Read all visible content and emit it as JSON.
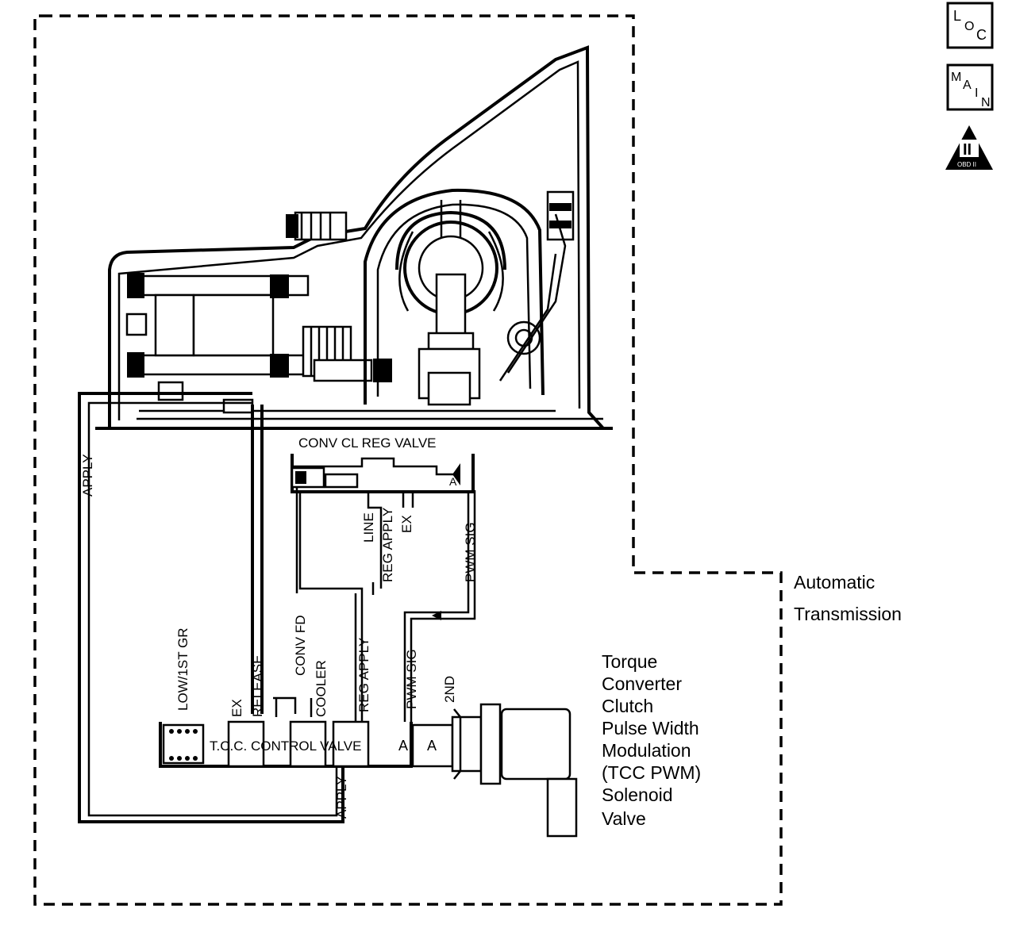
{
  "title_box": {
    "label_line1": "Automatic",
    "label_line2": "Transmission"
  },
  "icons": {
    "loc": {
      "letters": [
        "L",
        "O",
        "C"
      ]
    },
    "main": {
      "letters": [
        "M",
        "A",
        "I",
        "N"
      ]
    },
    "obd": {
      "numeral": "II",
      "caption": "OBD II"
    }
  },
  "valves": {
    "conv_cl_reg_valve": "CONV CL REG VALVE",
    "tcc_control_valve": "T.C.C. CONTROL VALVE"
  },
  "passages": {
    "apply_left": "APPLY",
    "line": "LINE",
    "reg_apply_top": "REG APPLY",
    "ex_top": "EX",
    "pwm_sig_top": "PWM SIG",
    "low_1st_gr": "LOW/1ST GR",
    "ex_bottom": "EX",
    "release": "RELEASE",
    "conv_fd": "CONV FD",
    "cooler": "COOLER",
    "reg_apply_bottom": "REG APPLY",
    "pwm_sig_bottom": "PWM SIG",
    "second": "2ND",
    "apply_bottom": "APPLY"
  },
  "solenoid_label": [
    "Torque",
    "Converter",
    "Clutch",
    "Pulse Width",
    "Modulation",
    "(TCC PWM)",
    "Solenoid",
    "Valve"
  ],
  "valve_marker": "A"
}
